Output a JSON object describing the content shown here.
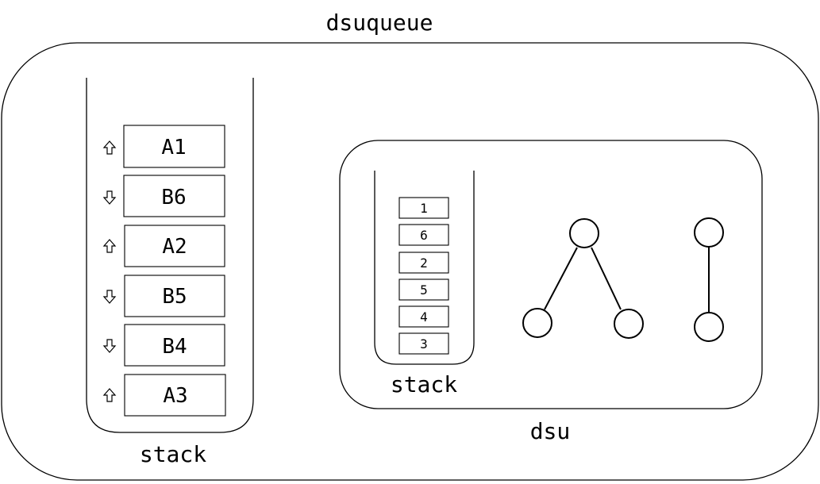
{
  "title": "dsuqueue",
  "outer_stack": {
    "label": "stack",
    "items": [
      {
        "label": "A1",
        "arrow": "up",
        "arrow_icon": "up-arrow-icon"
      },
      {
        "label": "B6",
        "arrow": "down",
        "arrow_icon": "down-arrow-icon"
      },
      {
        "label": "A2",
        "arrow": "up",
        "arrow_icon": "up-arrow-icon"
      },
      {
        "label": "B5",
        "arrow": "down",
        "arrow_icon": "down-arrow-icon"
      },
      {
        "label": "B4",
        "arrow": "down",
        "arrow_icon": "down-arrow-icon"
      },
      {
        "label": "A3",
        "arrow": "up",
        "arrow_icon": "up-arrow-icon"
      }
    ]
  },
  "dsu": {
    "label": "dsu",
    "stack": {
      "label": "stack",
      "items": [
        "1",
        "6",
        "2",
        "5",
        "4",
        "3"
      ]
    },
    "trees": [
      {
        "name": "three-node-tree",
        "nodes": 3,
        "edges": 2
      },
      {
        "name": "two-node-tree",
        "nodes": 2,
        "edges": 1
      }
    ]
  }
}
